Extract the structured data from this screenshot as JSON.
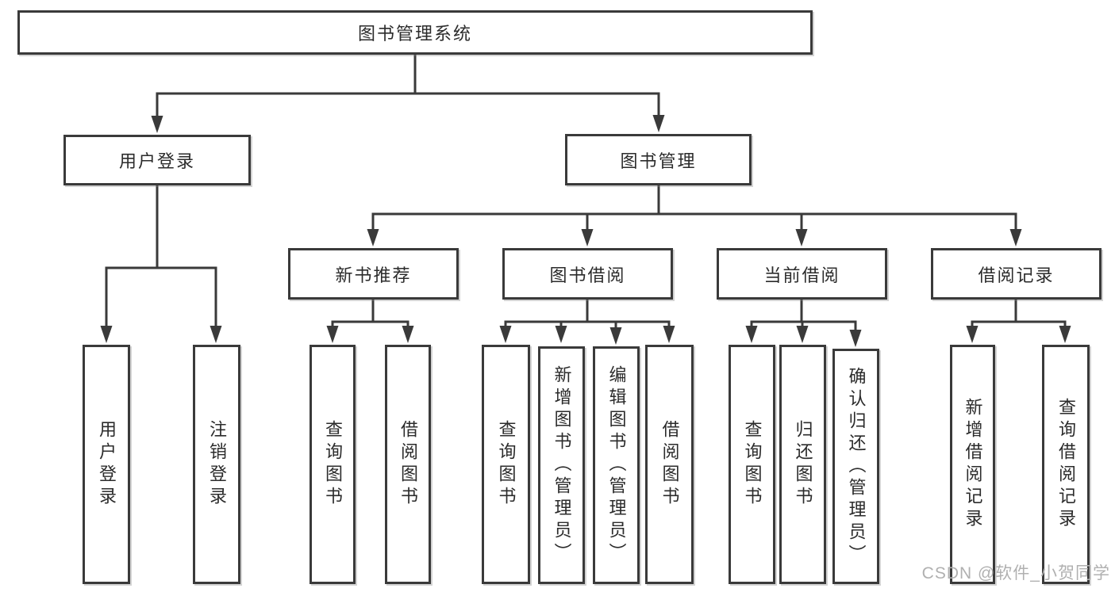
{
  "tree": {
    "root": {
      "label": "图书管理系统",
      "children": [
        {
          "label": "用户登录",
          "children": [
            {
              "label": "用户登录"
            },
            {
              "label": "注销登录"
            }
          ]
        },
        {
          "label": "图书管理",
          "children": [
            {
              "label": "新书推荐",
              "children": [
                {
                  "label": "查询图书"
                },
                {
                  "label": "借阅图书"
                }
              ]
            },
            {
              "label": "图书借阅",
              "children": [
                {
                  "label": "查询图书"
                },
                {
                  "label": "新增图书（管理员）"
                },
                {
                  "label": "编辑图书（管理员）"
                },
                {
                  "label": "借阅图书"
                }
              ]
            },
            {
              "label": "当前借阅",
              "children": [
                {
                  "label": "查询图书"
                },
                {
                  "label": "归还图书"
                },
                {
                  "label": "确认归还（管理员）"
                }
              ]
            },
            {
              "label": "借阅记录",
              "children": [
                {
                  "label": "新增借阅记录"
                },
                {
                  "label": "查询借阅记录"
                }
              ]
            }
          ]
        }
      ]
    }
  },
  "watermark": {
    "text": "CSDN @软件_小贺同学"
  },
  "colors": {
    "line": "#3a3a3a",
    "text": "#2b2b2b",
    "background": "#ffffff",
    "watermark": "#b0b0b0"
  }
}
